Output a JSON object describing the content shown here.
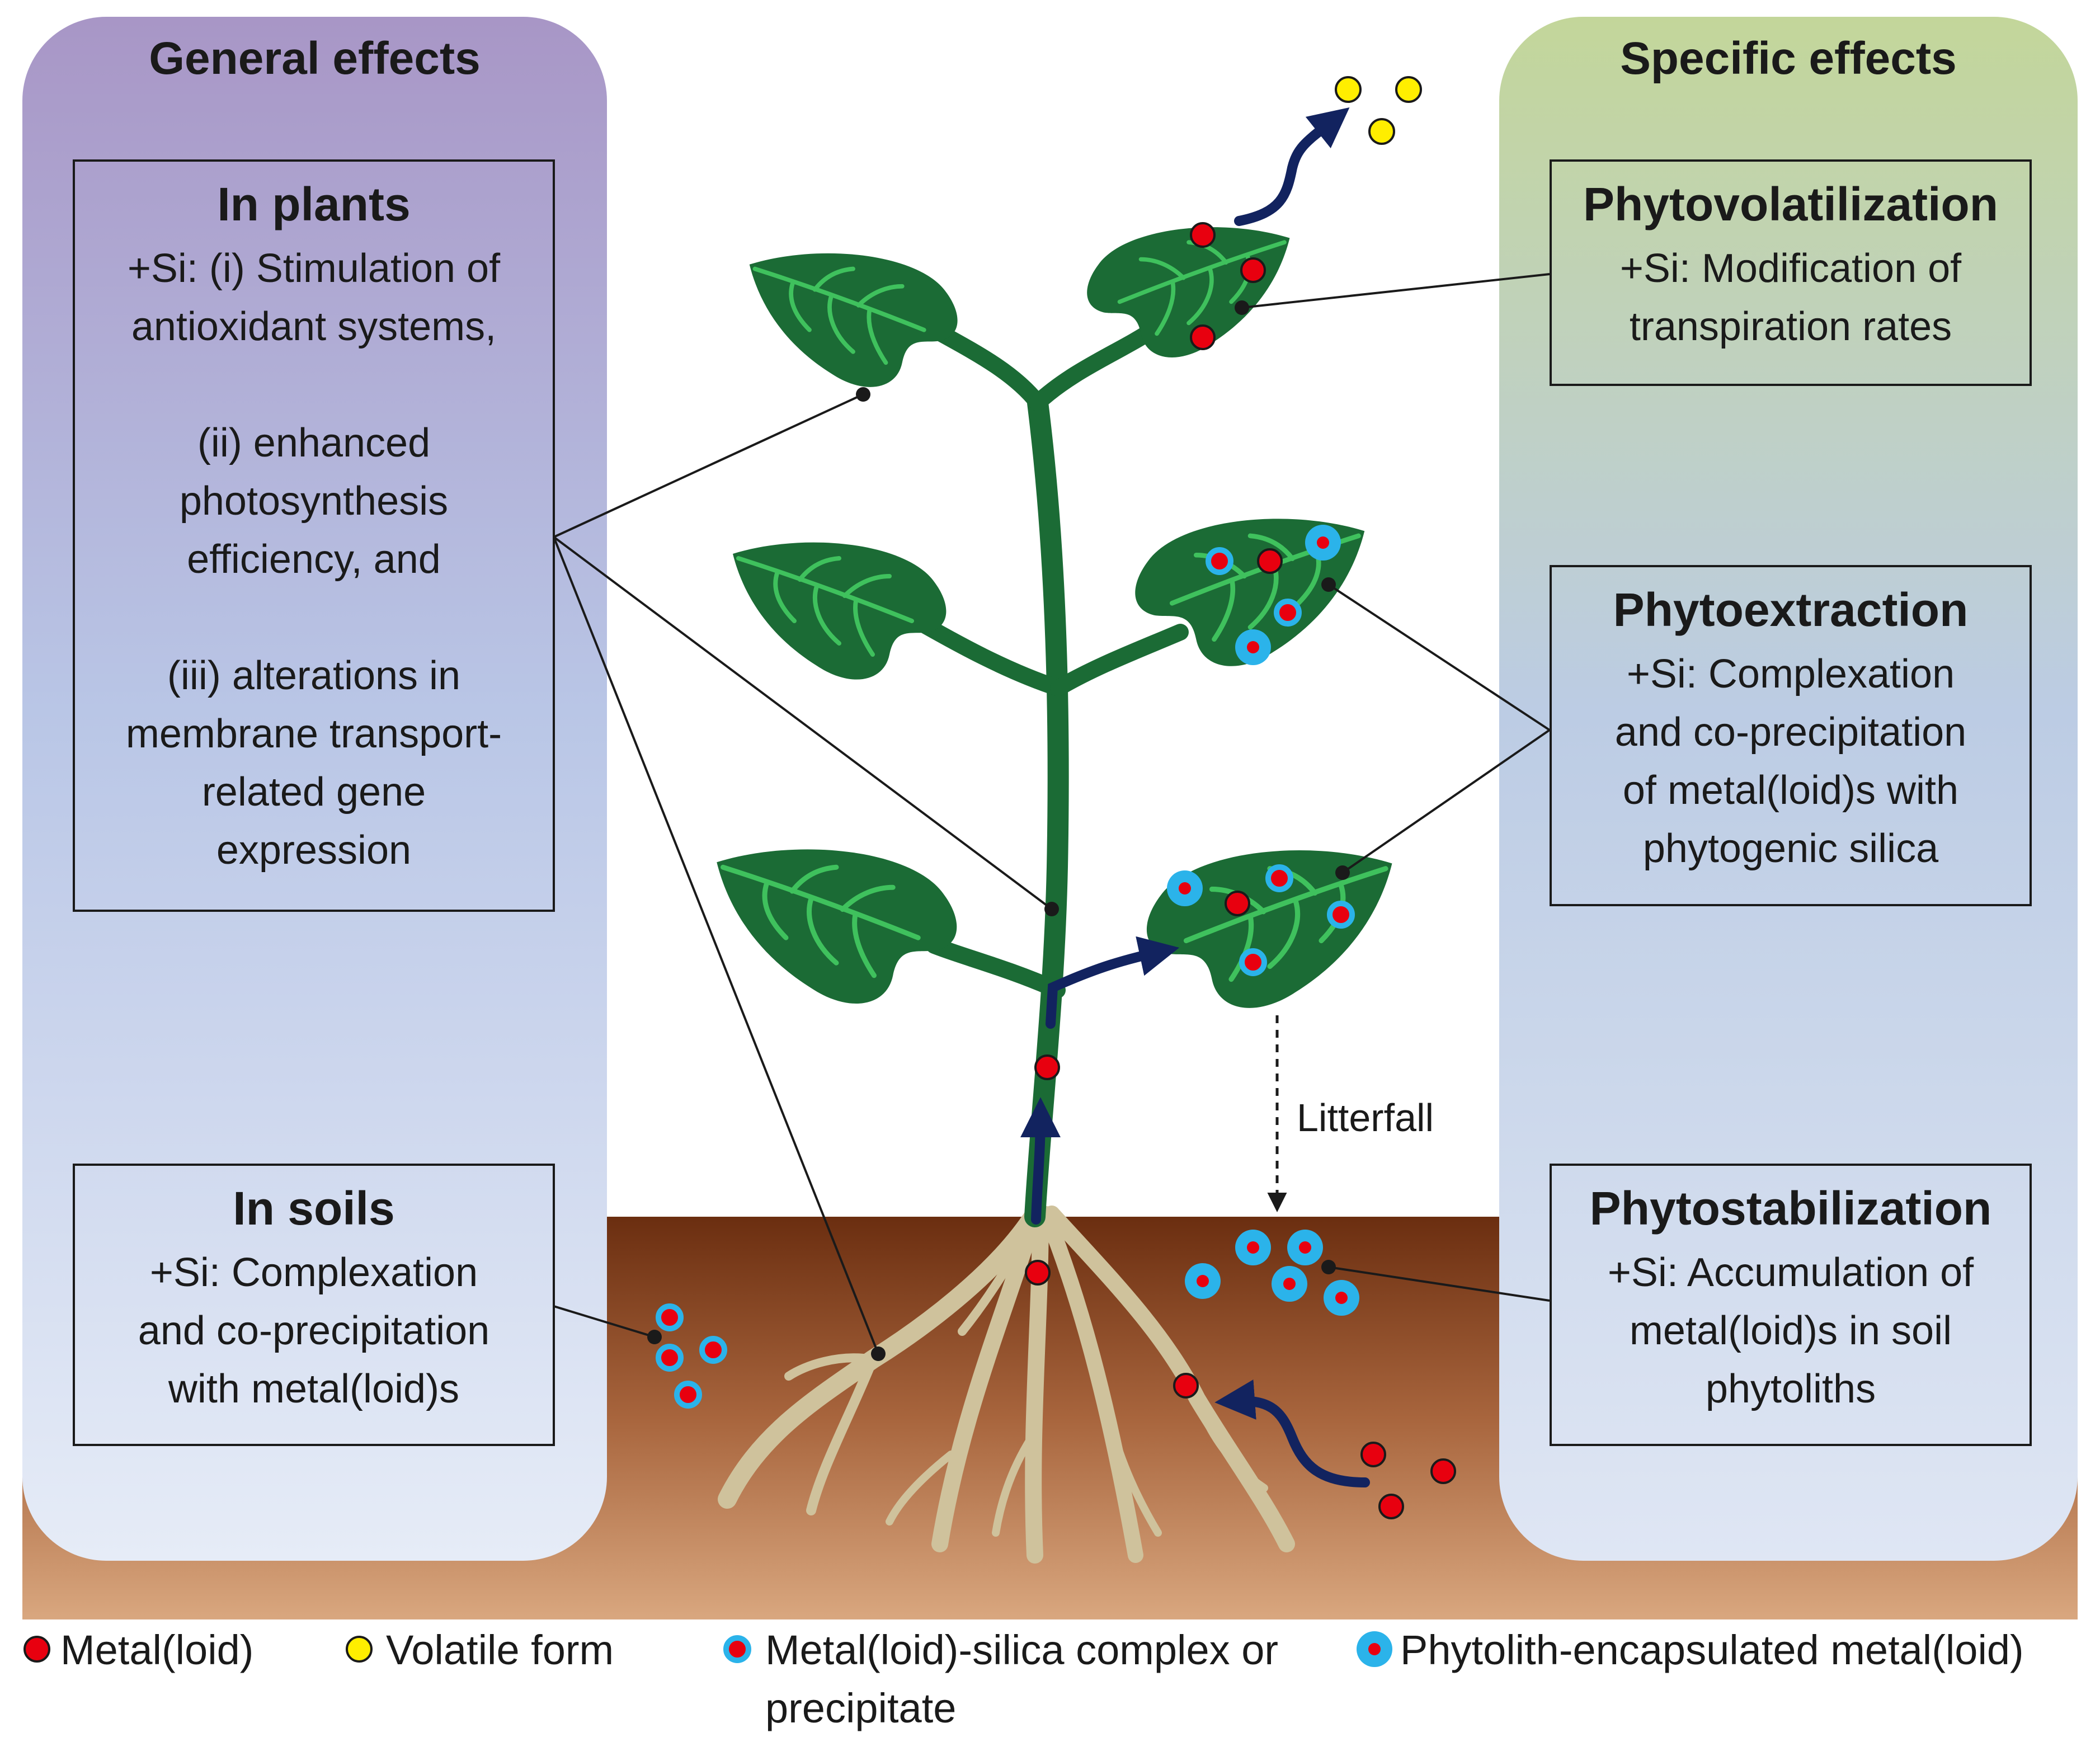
{
  "general_panel": {
    "title": "General effects",
    "in_plants": {
      "title": "In plants",
      "body": "+Si: (i) Stimulation of\nantioxidant systems,\n\n(ii) enhanced\nphotosynthesis\nefficiency, and\n\n(iii) alterations in\nmembrane transport-\nrelated gene\nexpression"
    },
    "in_soils": {
      "title": "In soils",
      "body": "+Si: Complexation\nand co-precipitation\nwith metal(loid)s"
    }
  },
  "specific_panel": {
    "title": "Specific effects",
    "phytovolatilization": {
      "title": "Phytovolatilization",
      "body": "+Si: Modification of\ntranspiration rates"
    },
    "phytoextraction": {
      "title": "Phytoextraction",
      "body": "+Si: Complexation\nand co-precipitation\nof metal(loid)s with\nphytogenic silica"
    },
    "phytostabilization": {
      "title": "Phytostabilization",
      "body": "+Si: Accumulation of\nmetal(loid)s in soil\nphytoliths"
    }
  },
  "annotations": {
    "litterfall": "Litterfall"
  },
  "legend": {
    "metal": "Metal(loid)",
    "volatile": "Volatile form",
    "complex": "Metal(loid)-silica complex or\nprecipitate",
    "phytolith": "Phytolith-encapsulated metal(loid)"
  },
  "colors": {
    "metal": "#e8000f",
    "volatile": "#ffee00",
    "silica_ring": "#2bb3ea",
    "leaf": "#1b6b35",
    "vein": "#3fc15d",
    "stem": "#1b6b35",
    "root": "#cfc29c",
    "arrow": "#12235f",
    "soil_top": "#6b2e10",
    "soil_bottom": "#d9a77f",
    "general_top": "#a896c6",
    "general_bottom": "#e6ecf7",
    "specific_top": "#c3d69a",
    "specific_bottom": "#dfe6f4"
  }
}
